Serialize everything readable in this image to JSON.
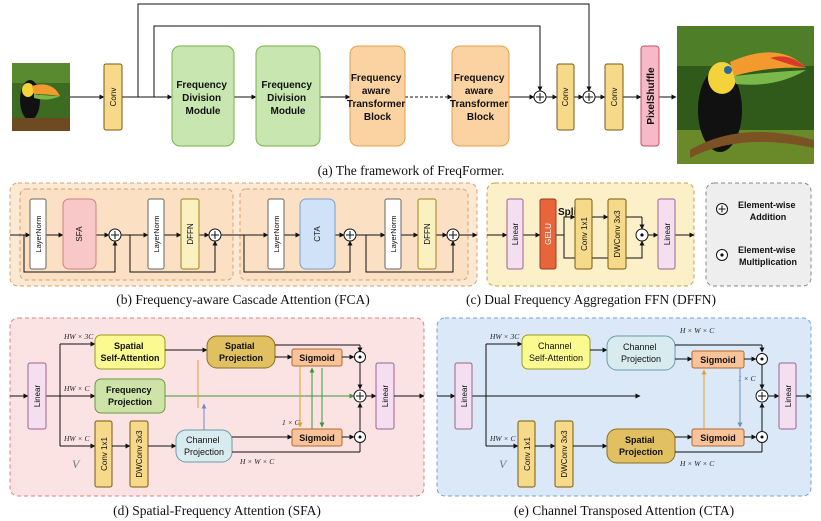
{
  "framework": {
    "conv1": "Conv",
    "fdm1": [
      "Frequency",
      "Division",
      "Module"
    ],
    "fdm2": [
      "Frequency",
      "Division",
      "Module"
    ],
    "ftb1": [
      "Frequency",
      "aware",
      "Transformer",
      "Block"
    ],
    "ftb2": [
      "Frequency",
      "aware",
      "Transformer",
      "Block"
    ],
    "conv2": "Conv",
    "conv3": "Conv",
    "pixelshuffle": "PixelShuffle",
    "caption": "(a) The framework of FreqFormer."
  },
  "fca": {
    "layernorm": "LayerNorm",
    "sfa": "SFA",
    "dffn": "DFFN",
    "cta": "CTA",
    "caption": "(b) Frequency-aware Cascade Attention (FCA)"
  },
  "dffn": {
    "linear": "Linear",
    "gelu": "GELU",
    "split": "Split",
    "conv1x1": "Conv 1x1",
    "dwconv": "DWConv 3x3",
    "caption": "(c) Dual Frequency Aggregation FFN (DFFN)"
  },
  "legend": {
    "add": [
      "Element-wise",
      "Addition"
    ],
    "mul": [
      "Element-wise",
      "Multiplication"
    ]
  },
  "sfa": {
    "spatial_sa": [
      "Spatial",
      "Self-Attention"
    ],
    "spatial_proj": [
      "Spatial",
      "Projection"
    ],
    "freq_proj": [
      "Frequency",
      "Projection"
    ],
    "channel_proj": [
      "Channel",
      "Projection"
    ],
    "conv1x1": "Conv 1x1",
    "dwconv": "DWConv 3x3",
    "sigmoid": "Sigmoid",
    "linear": "Linear",
    "hw3c": "HW × 3C",
    "hwc": "HW × C",
    "hwc2": "HW × C",
    "hwxc": "H × W × C",
    "onec": "1 × C",
    "v": "V",
    "caption": "(d) Spatial-Frequency Attention (SFA)"
  },
  "cta": {
    "channel_sa": [
      "Channel",
      "Self-Attention"
    ],
    "channel_proj": [
      "Channel",
      "Projection"
    ],
    "spatial_proj": [
      "Spatial",
      "Projection"
    ],
    "conv1x1": "Conv 1x1",
    "dwconv": "DWConv 3x3",
    "sigmoid": "Sigmoid",
    "linear": "Linear",
    "hw3c": "HW × 3C",
    "hwc": "HW × C",
    "hwxc_top": "H × W × C",
    "hwxc_bot": "H × W × C",
    "onec": "1 × C",
    "v": "V",
    "caption": "(e) Channel Transposed Attention (CTA)"
  },
  "colors": {
    "conv": "#f7d98a",
    "fdm": "#c8e6b0",
    "ftb": "#fbd3a2",
    "pixelshuffle": "#f7b9c4",
    "fca_bg": "#fce9d4",
    "dffn_bg": "#fbf0c8",
    "sfa_bg": "#fbe3e3",
    "cta_bg": "#dbe8f8",
    "gelu": "#e8643a",
    "sigmoid": "#f9c39a"
  }
}
